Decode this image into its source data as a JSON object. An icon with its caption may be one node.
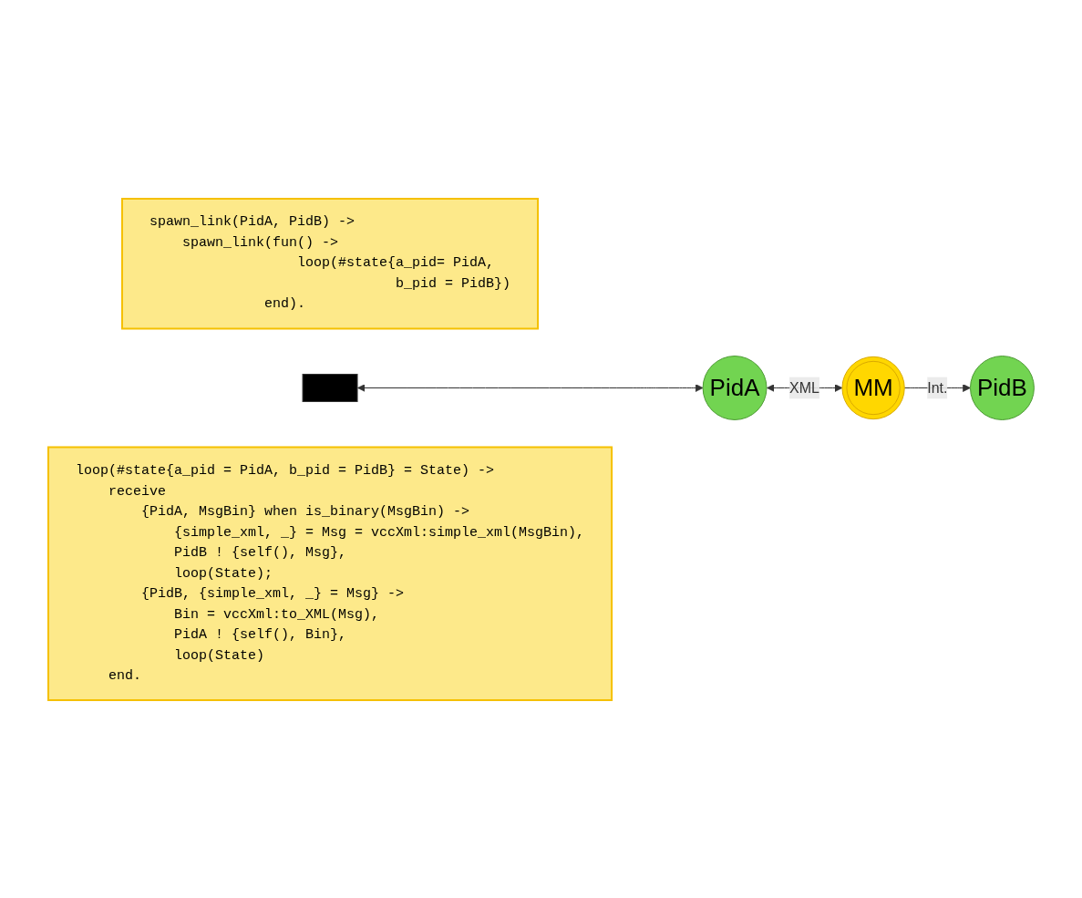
{
  "diagram": {
    "nodes": [
      {
        "text": [
          "spawn_link(PidA, PidB) ->",
          "    spawn_link(fun() ->",
          "                  loop(#state{a_pid= PidA,",
          "                              b_pid = PidB})",
          "              end)."
        ]
      },
      {
        "text": [],
        "shape": "box"
      },
      {
        "text": [
          "PidA"
        ]
      },
      {
        "text": [
          "MM"
        ]
      },
      {
        "text": [
          "PidB"
        ]
      },
      {
        "text": [
          "loop(#state{a_pid = PidA, b_pid = PidB} = State) ->",
          "    receive",
          "        {PidA, MsgBin} when is_binary(MsgBin) ->",
          "            {simple_xml, _} = Msg = vccXml:simple_xml(MsgBin),",
          "            PidB ! {self(), Msg},",
          "            loop(State);",
          "        {PidB, {simple_xml, _} = Msg} ->",
          "            Bin = vccXml:to_XML(Msg),",
          "            PidA ! {self(), Bin},",
          "            loop(State)",
          "    end."
        ]
      }
    ],
    "edges": [
      {
        "from": 1,
        "to": 2,
        "arrow": "both"
      },
      {
        "from": 2,
        "to": 3,
        "arrow": "both",
        "label": "XML"
      },
      {
        "from": 3,
        "to": 4,
        "arrow": "to",
        "label": "Int."
      }
    ]
  }
}
